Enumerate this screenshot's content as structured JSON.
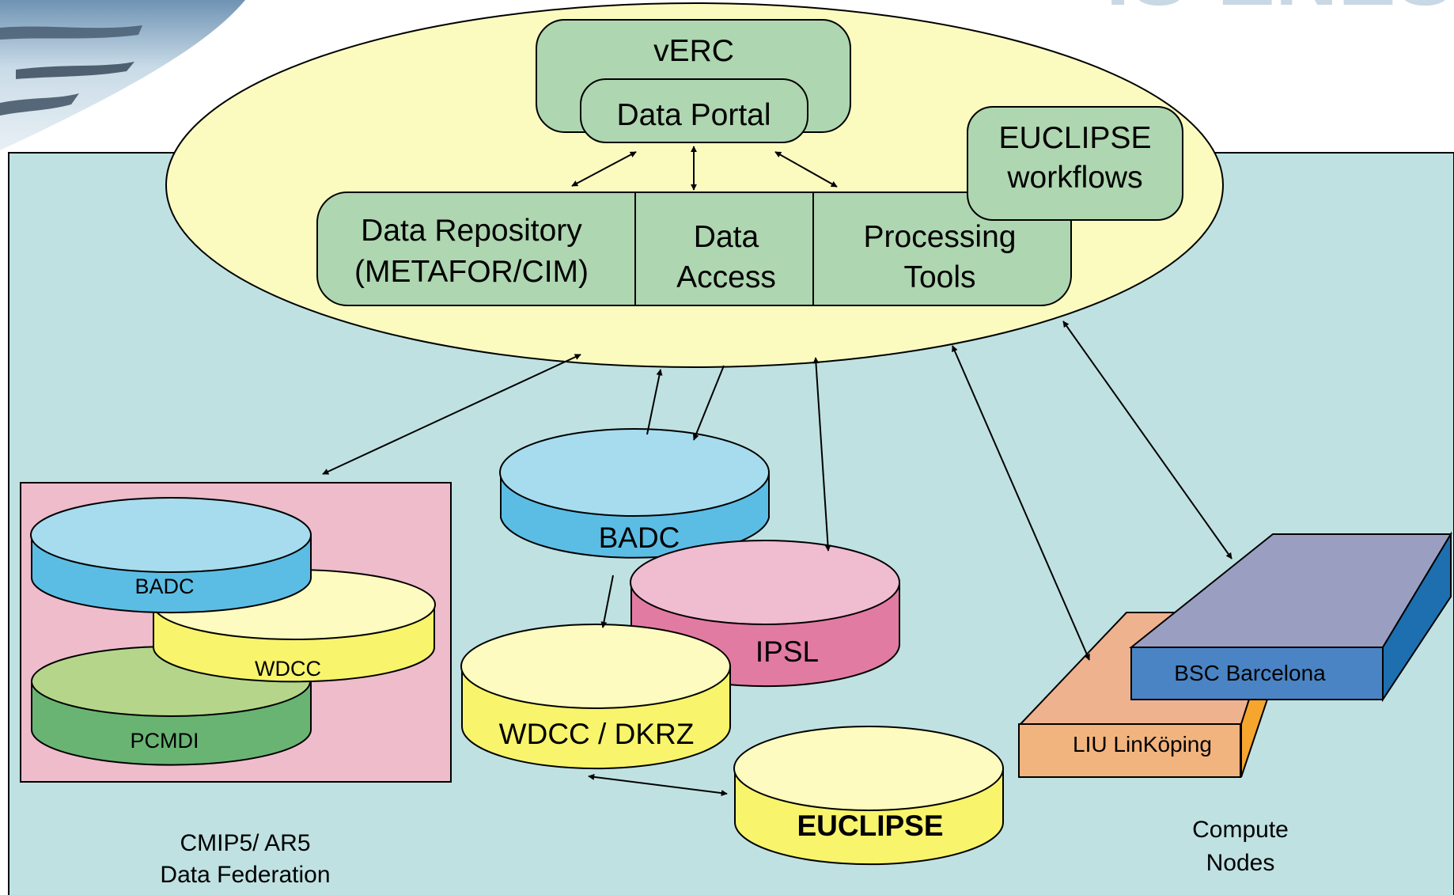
{
  "heading_fragment": "IS-ENES",
  "verc": {
    "label": "vERC",
    "portal": "Data Portal"
  },
  "euclipse_workflows": {
    "line1": "EUCLIPSE",
    "line2": "workflows"
  },
  "services": {
    "repository": {
      "line1": "Data Repository",
      "line2": "(METAFOR/CIM)"
    },
    "access": {
      "line1": "Data",
      "line2": "Access"
    },
    "processing": {
      "line1": "Processing",
      "line2": "Tools"
    }
  },
  "federation": {
    "badc": "BADC",
    "wdcc": "WDCC",
    "pcmdi": "PCMDI",
    "caption_line1": "CMIP5/ AR5",
    "caption_line2": "Data Federation"
  },
  "archives": {
    "badc": "BADC",
    "ipsl": "IPSL",
    "wdcc_dkrz": "WDCC / DKRZ",
    "euclipse": "EUCLIPSE"
  },
  "compute": {
    "bsc": "BSC Barcelona",
    "liu": "LIU LinKöping",
    "caption_line1": "Compute",
    "caption_line2": "Nodes"
  },
  "colors": {
    "background_panel": "#bfe1e2",
    "ellipse": "#fbfbc0",
    "green_box": "#aed6b0",
    "federation_box": "#eebccb",
    "cyl_blue": "#5cbde4",
    "cyl_blue_top": "#a6dcee",
    "cyl_yellow": "#f8f46c",
    "cyl_yellow_top": "#fdfbbf",
    "cyl_pink": "#e27ba2",
    "cyl_pink_top": "#f0bccf",
    "cyl_green": "#69b473",
    "cyl_green_top": "#b5d68a",
    "bsc_face": "#4a84c4",
    "bsc_top": "#9a9fc2",
    "bsc_side": "#1d6fb0",
    "liu_face": "#f2b47e",
    "liu_top": "#efb28e",
    "liu_side": "#f6a52f"
  }
}
